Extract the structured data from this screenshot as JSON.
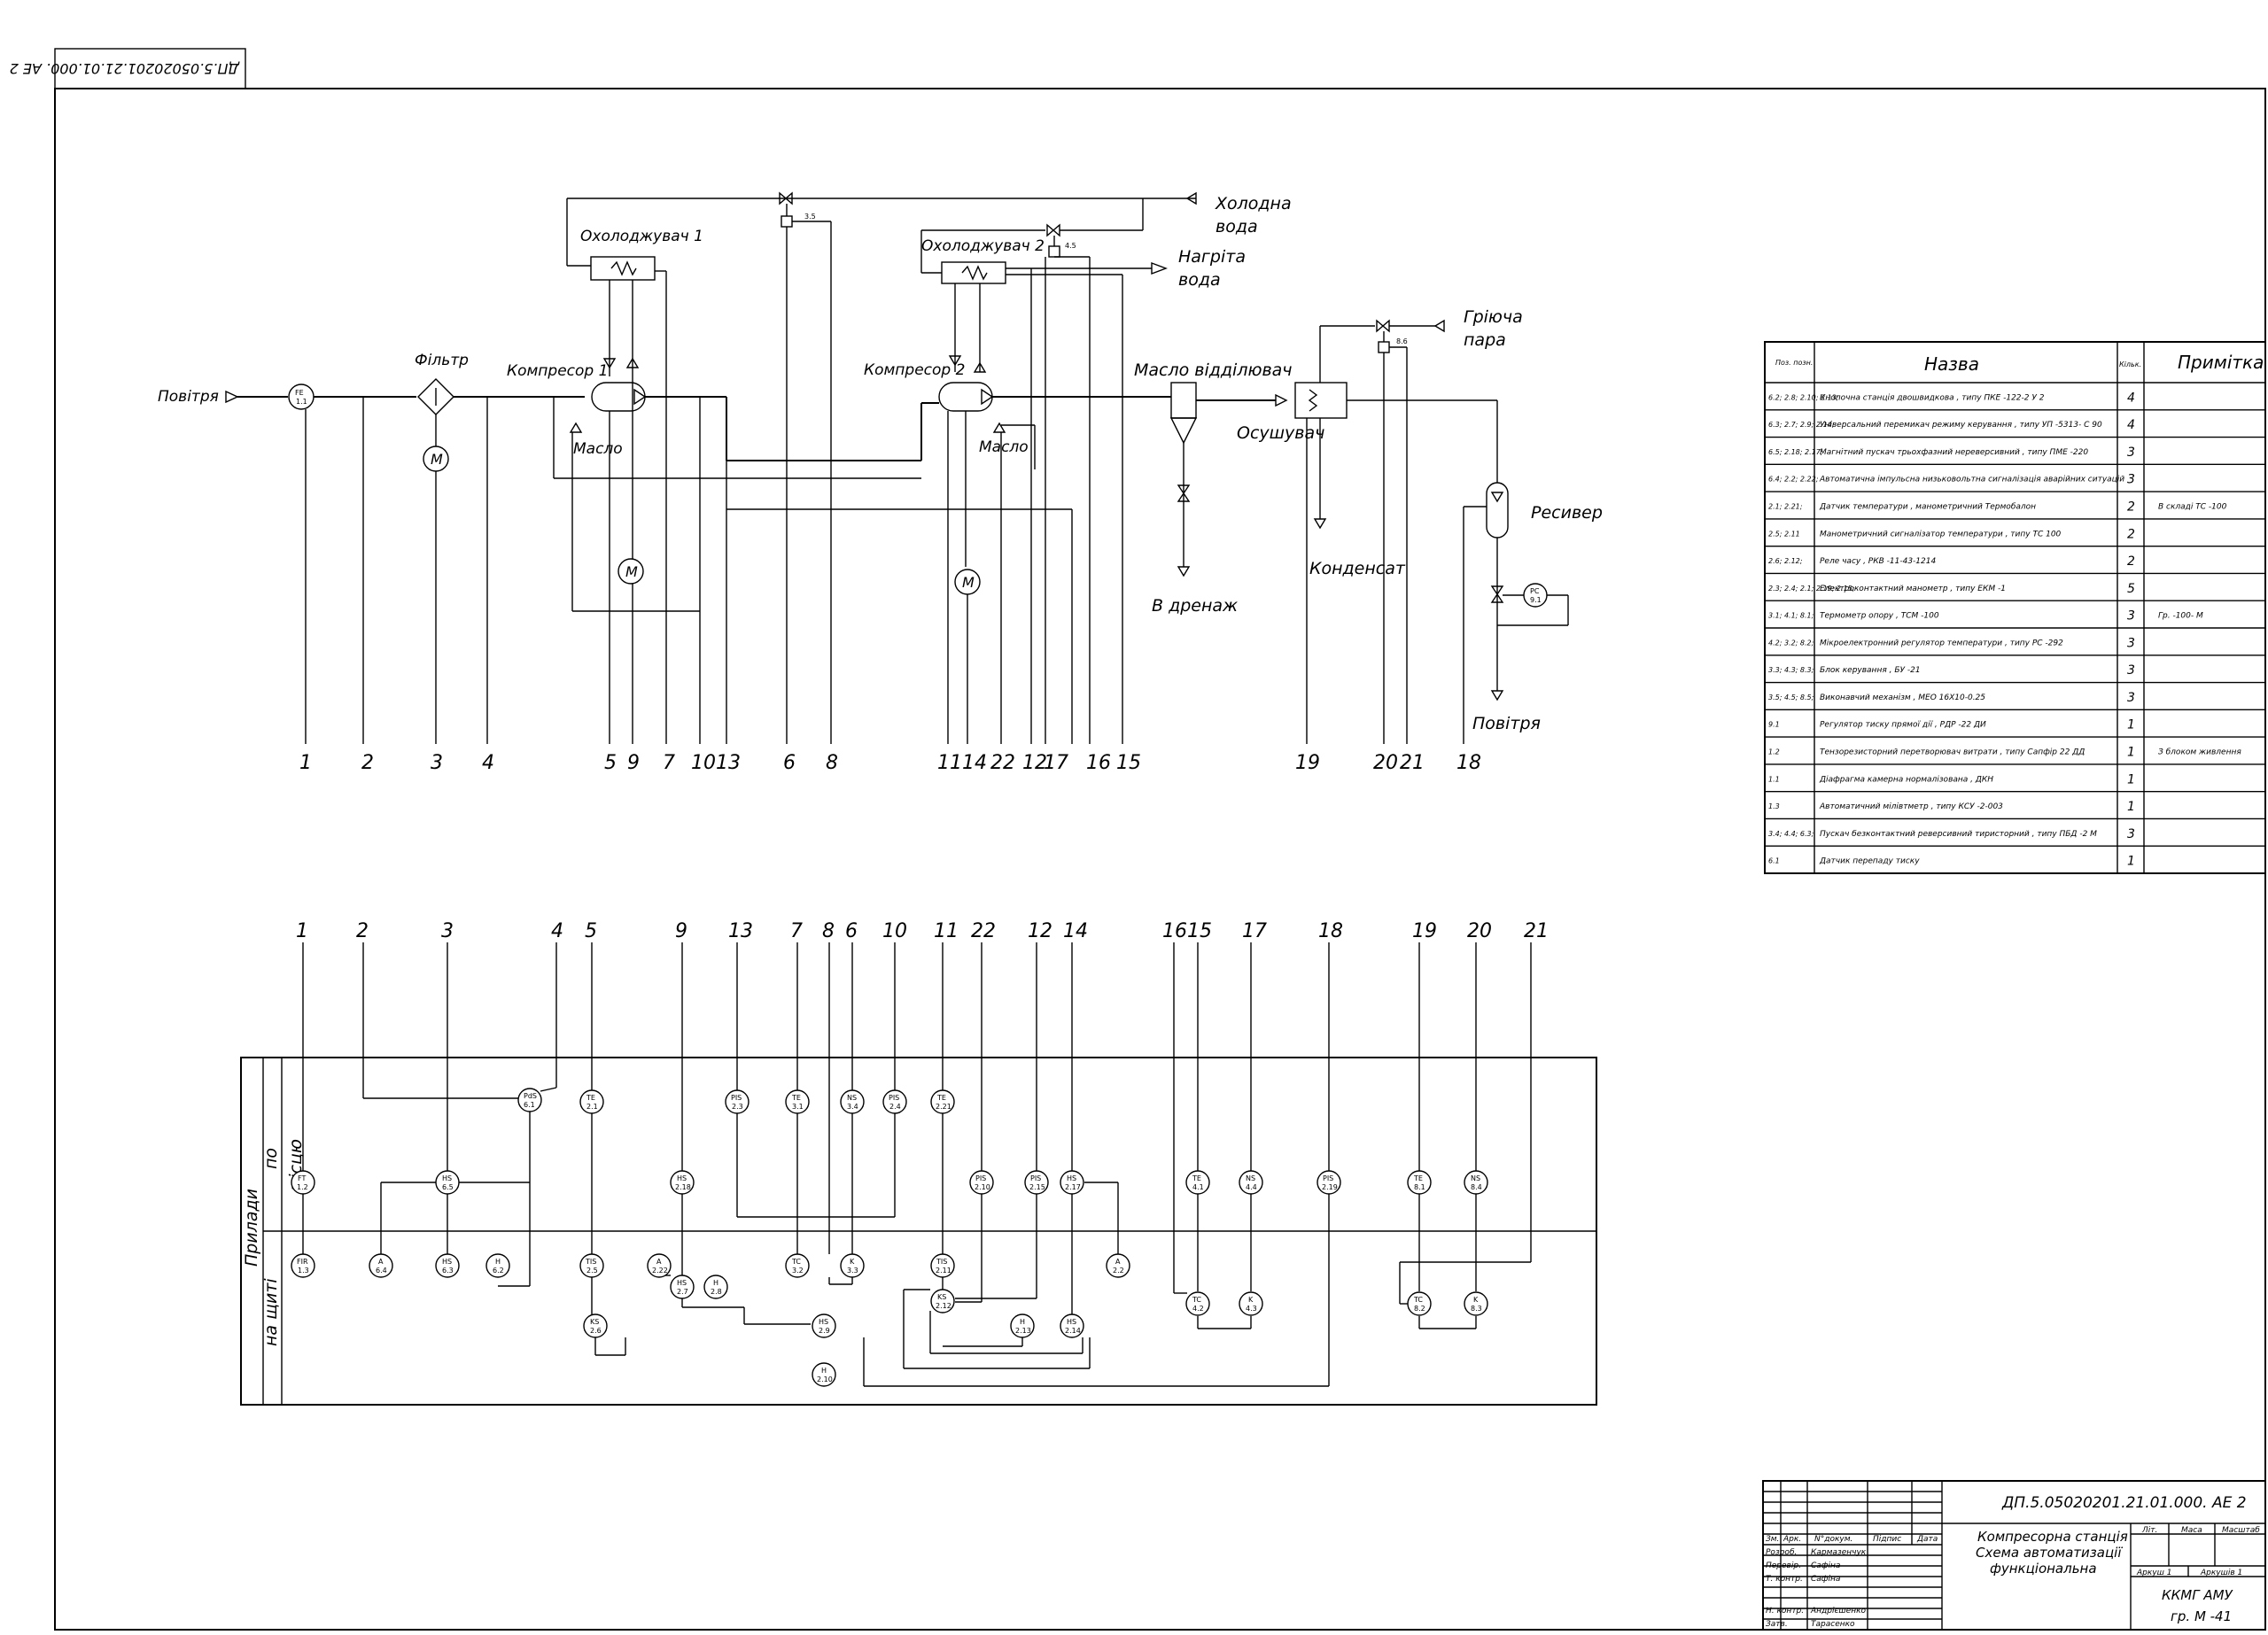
{
  "stamp_code_top": "ДП.5.05020201.21.01.000. АЕ 2",
  "process": {
    "air_in": "Повітря",
    "filter": "Фільтр",
    "compressor1": "Компресор 1",
    "compressor2": "Компресор 2",
    "cooler1": "Охолоджувач 1",
    "cooler2": "Охолоджувач 2",
    "cold_water_1": "Холодна",
    "cold_water_2": "вода",
    "heated_water_1": "Нагріта",
    "heated_water_2": "вода",
    "heating_steam_1": "Гріюча",
    "heating_steam_2": "пара",
    "oil_separator": "Масло відділювач",
    "drain": "В дренаж",
    "dryer": "Осушувач",
    "condensate": "Конденсат",
    "receiver": "Ресивер",
    "air_out": "Повітря",
    "oil1": "Масло",
    "oil2": "Масло",
    "motor": "M"
  },
  "process_instruments": [
    {
      "t": "FE",
      "n": "1.1"
    },
    {
      "t": "",
      "n": "3.5"
    },
    {
      "t": "",
      "n": "4.5"
    },
    {
      "t": "",
      "n": "8.6"
    },
    {
      "t": "PC",
      "n": "9.1"
    }
  ],
  "line_numbers_top": [
    "1",
    "2",
    "3",
    "4",
    "5",
    "9",
    "7",
    "10",
    "13",
    "6",
    "8",
    "11",
    "14",
    "22",
    "12",
    "17",
    "16",
    "15",
    "19",
    "20",
    "21",
    "18"
  ],
  "line_numbers_bottom": [
    "1",
    "2",
    "3",
    "4",
    "5",
    "9",
    "13",
    "7",
    "8",
    "6",
    "10",
    "11",
    "22",
    "12",
    "14",
    "16",
    "15",
    "17",
    "18",
    "19",
    "20",
    "21"
  ],
  "panel": {
    "side_label": "Прилади",
    "local_label_1": "по",
    "local_label_2": "місцю",
    "board_label": "на щиті"
  },
  "instruments_local": [
    {
      "t": "FT",
      "n": "1.2"
    },
    {
      "t": "PdS",
      "n": "6.1"
    },
    {
      "t": "HS",
      "n": "6.5"
    },
    {
      "t": "TE",
      "n": "2.1"
    },
    {
      "t": "HS",
      "n": "2.18"
    },
    {
      "t": "PIS",
      "n": "2.3"
    },
    {
      "t": "TE",
      "n": "3.1"
    },
    {
      "t": "NS",
      "n": "3.4"
    },
    {
      "t": "PIS",
      "n": "2.4"
    },
    {
      "t": "TE",
      "n": "2.21"
    },
    {
      "t": "PIS",
      "n": "2.10"
    },
    {
      "t": "PIS",
      "n": "2.15"
    },
    {
      "t": "HS",
      "n": "2.17"
    },
    {
      "t": "TE",
      "n": "4.1"
    },
    {
      "t": "NS",
      "n": "4.4"
    },
    {
      "t": "PIS",
      "n": "2.19"
    },
    {
      "t": "TE",
      "n": "8.1"
    },
    {
      "t": "NS",
      "n": "8.4"
    }
  ],
  "instruments_board": [
    {
      "t": "FIR",
      "n": "1.3"
    },
    {
      "t": "A",
      "n": "6.4"
    },
    {
      "t": "HS",
      "n": "6.3"
    },
    {
      "t": "H",
      "n": "6.2"
    },
    {
      "t": "TIS",
      "n": "2.5"
    },
    {
      "t": "A",
      "n": "2.22"
    },
    {
      "t": "HS",
      "n": "2.7"
    },
    {
      "t": "H",
      "n": "2.8"
    },
    {
      "t": "KS",
      "n": "2.6"
    },
    {
      "t": "TC",
      "n": "3.2"
    },
    {
      "t": "K",
      "n": "3.3"
    },
    {
      "t": "TIS",
      "n": "2.11"
    },
    {
      "t": "KS",
      "n": "2.12"
    },
    {
      "t": "HS",
      "n": "2.9"
    },
    {
      "t": "H",
      "n": "2.10"
    },
    {
      "t": "H",
      "n": "2.13"
    },
    {
      "t": "HS",
      "n": "2.14"
    },
    {
      "t": "A",
      "n": "2.2"
    },
    {
      "t": "TC",
      "n": "4.2"
    },
    {
      "t": "K",
      "n": "4.3"
    },
    {
      "t": "TC",
      "n": "8.2"
    },
    {
      "t": "K",
      "n": "8.3"
    }
  ],
  "spec_table": {
    "headers": [
      "Поз. позн.",
      "Назва",
      "Кільк.",
      "Примітка"
    ],
    "rows": [
      {
        "pos": "6.2; 2.8; 2.10; 2.13;",
        "name": "Кнопочна станція двошвидкова , типу ПКЕ -122-2 У 2",
        "qty": "4",
        "note": ""
      },
      {
        "pos": "6.3; 2.7; 2.9; 2.14;",
        "name": "Універсальний перемикач режиму керування , типу УП -5313- С 90",
        "qty": "4",
        "note": ""
      },
      {
        "pos": "6.5; 2.18; 2.17;",
        "name": "Магнітний пускач трьохфазний нереверсивний , типу ПМЕ -220",
        "qty": "3",
        "note": ""
      },
      {
        "pos": "6.4; 2.2; 2.22;",
        "name": "Автоматична імпульсна низьковольтна сигналізація аварійних ситуацій",
        "qty": "3",
        "note": ""
      },
      {
        "pos": "2.1; 2.21;",
        "name": "Датчик температури , манометричний Термобалон",
        "qty": "2",
        "note": "В складі ТС -100"
      },
      {
        "pos": "2.5; 2.11",
        "name": "Манометричний сигналізатор температури , типу ТС 100",
        "qty": "2",
        "note": ""
      },
      {
        "pos": "2.6; 2.12;",
        "name": "Реле часу , РКВ -11-43-1214",
        "qty": "2",
        "note": ""
      },
      {
        "pos": "2.3; 2.4; 2.1; 2.19; 2.15;",
        "name": "Електроконтактний манометр , типу ЕКМ -1",
        "qty": "5",
        "note": ""
      },
      {
        "pos": "3.1; 4.1; 8.1;",
        "name": "Термометр опору , ТСМ -100",
        "qty": "3",
        "note": "Гр. -100- М"
      },
      {
        "pos": "4.2; 3.2; 8.2;",
        "name": "Мікроелектронний регулятор температури , типу РС -292",
        "qty": "3",
        "note": ""
      },
      {
        "pos": "3.3; 4.3; 8.3;",
        "name": "Блок керування , БУ -21",
        "qty": "3",
        "note": ""
      },
      {
        "pos": "3.5; 4.5; 8.5;",
        "name": "Виконавчий механізм , МЕО 16Х10-0.25",
        "qty": "3",
        "note": ""
      },
      {
        "pos": "9.1",
        "name": "Регулятор тиску прямої дії , РДР -22 ДИ",
        "qty": "1",
        "note": ""
      },
      {
        "pos": "1.2",
        "name": "Тензорезисторний перетворювач витрати , типу Сапфір 22 ДД",
        "qty": "1",
        "note": "З блоком живлення"
      },
      {
        "pos": "1.1",
        "name": "Діафрагма камерна нормалізована , ДКН",
        "qty": "1",
        "note": ""
      },
      {
        "pos": "1.3",
        "name": "Автоматичний мілівтметр , типу КСУ -2-003",
        "qty": "1",
        "note": ""
      },
      {
        "pos": "3.4; 4.4; 6.3;",
        "name": "Пускач безконтактний реверсивний тиристорний , типу ПБД -2 М",
        "qty": "3",
        "note": ""
      },
      {
        "pos": "6.1",
        "name": "Датчик перепаду тиску",
        "qty": "1",
        "note": ""
      }
    ]
  },
  "title_block": {
    "code": "ДП.5.05020201.21.01.000. АЕ 2",
    "title_1": "Компресорна станція",
    "title_2": "Схема автоматизації",
    "title_3": "функціональна",
    "col_headers": [
      "Зм.",
      "Арк.",
      "N°докум.",
      "Підпис",
      "Дата"
    ],
    "roles": [
      "Розроб.",
      "Перевір.",
      "Т. контр.",
      "Н. контр.",
      "Затв."
    ],
    "names": [
      "Кармазенчук",
      "Сафіна",
      "Сафіна",
      "Андрієшенко",
      "Тарасенко"
    ],
    "lit": "Літ.",
    "mass": "Маса",
    "scale": "Масштаб",
    "sheet": "Аркуш 1",
    "sheets": "Аркушів 1",
    "org": "ККМГ АМУ",
    "group": "гр. М -41"
  }
}
